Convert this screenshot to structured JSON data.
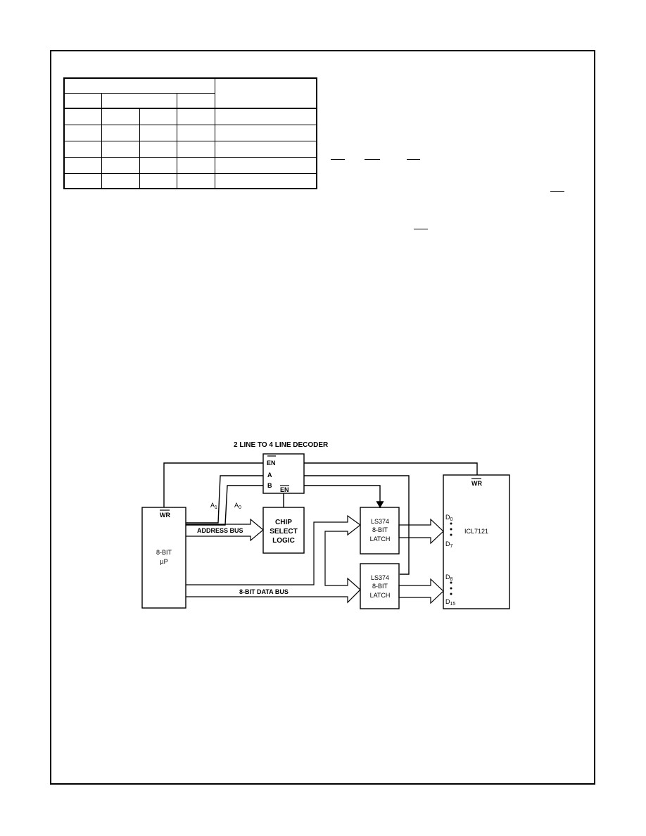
{
  "diagram": {
    "decoder_title": "2 LINE TO 4 LINE DECODER",
    "decoder_pins": {
      "enable_in": "EN",
      "a": "A",
      "b": "B",
      "enable_out": "EN"
    },
    "microprocessor": {
      "pin_wr": "WR",
      "line1": "8-BIT",
      "line2": "µP"
    },
    "address_lines": {
      "a1_main": "A",
      "a1_sub": "1",
      "a0_main": "A",
      "a0_sub": "0"
    },
    "address_bus_label": "ADDRESS BUS",
    "data_bus_label": "8-BIT DATA BUS",
    "chip_select": {
      "line1": "CHIP",
      "line2": "SELECT",
      "line3": "LOGIC"
    },
    "latch_top": {
      "line1": "LS374",
      "line2": "8-BIT",
      "line3": "LATCH"
    },
    "latch_bottom": {
      "line1": "LS374",
      "line2": "8-BIT",
      "line3": "LATCH"
    },
    "dac": {
      "pin_wr": "WR",
      "name": "ICL7121",
      "d0_main": "D",
      "d0_sub": "0",
      "d7_main": "D",
      "d7_sub": "7",
      "d8_main": "D",
      "d8_sub": "8",
      "d15_main": "D",
      "d15_sub": "15"
    }
  }
}
